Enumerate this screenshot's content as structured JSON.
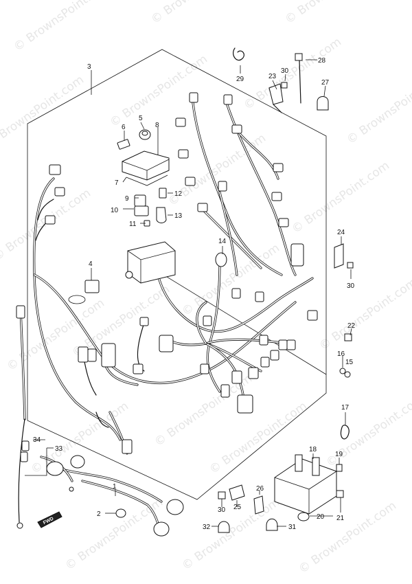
{
  "watermark": {
    "text": "© BrownsPoint.com"
  },
  "callouts": [
    {
      "id": "c1",
      "text": "1"
    },
    {
      "id": "c2",
      "text": "2"
    },
    {
      "id": "c3",
      "text": "3"
    },
    {
      "id": "c4",
      "text": "4"
    },
    {
      "id": "c5",
      "text": "5"
    },
    {
      "id": "c6",
      "text": "6"
    },
    {
      "id": "c7",
      "text": "7"
    },
    {
      "id": "c8",
      "text": "8"
    },
    {
      "id": "c9",
      "text": "9"
    },
    {
      "id": "c10",
      "text": "10"
    },
    {
      "id": "c11",
      "text": "11"
    },
    {
      "id": "c12",
      "text": "12"
    },
    {
      "id": "c13",
      "text": "13"
    },
    {
      "id": "c14",
      "text": "14"
    },
    {
      "id": "c15",
      "text": "15"
    },
    {
      "id": "c16",
      "text": "16"
    },
    {
      "id": "c17",
      "text": "17"
    },
    {
      "id": "c18",
      "text": "18"
    },
    {
      "id": "c19",
      "text": "19"
    },
    {
      "id": "c20",
      "text": "20"
    },
    {
      "id": "c21",
      "text": "21"
    },
    {
      "id": "c22",
      "text": "22"
    },
    {
      "id": "c23",
      "text": "23"
    },
    {
      "id": "c24",
      "text": "24"
    },
    {
      "id": "c25",
      "text": "25"
    },
    {
      "id": "c26",
      "text": "26"
    },
    {
      "id": "c27",
      "text": "27"
    },
    {
      "id": "c28",
      "text": "28"
    },
    {
      "id": "c29",
      "text": "29"
    },
    {
      "id": "c30a",
      "text": "30"
    },
    {
      "id": "c30b",
      "text": "30"
    },
    {
      "id": "c30c",
      "text": "30"
    },
    {
      "id": "c31",
      "text": "31"
    },
    {
      "id": "c32",
      "text": "32"
    },
    {
      "id": "c33",
      "text": "33"
    },
    {
      "id": "c34",
      "text": "34"
    }
  ],
  "fwd_mark": {
    "text": "FWD"
  }
}
